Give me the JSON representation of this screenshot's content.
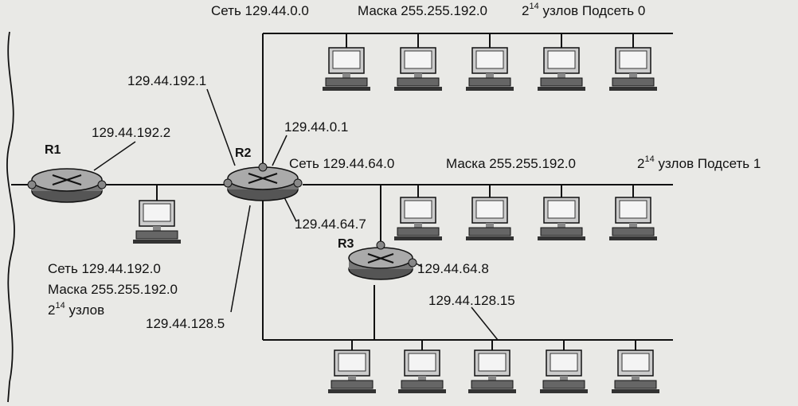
{
  "subnet0": {
    "net": "Сеть 129.44.0.0",
    "mask": "Маска 255.255.192.0",
    "hosts_base": "2",
    "hosts_exp": "14",
    "hosts_text": "узлов Подсеть 0"
  },
  "subnet1": {
    "net": "Сеть 129.44.64.0",
    "mask": "Маска 255.255.192.0",
    "hosts_base": "2",
    "hosts_exp": "14",
    "hosts_text": "узлов Подсеть 1"
  },
  "left_net": {
    "net": "Сеть 129.44.192.0",
    "mask": "Маска 255.255.192.0",
    "hosts_base": "2",
    "hosts_exp": "14",
    "hosts_text": "узлов"
  },
  "routers": [
    {
      "name": "R1"
    },
    {
      "name": "R2"
    },
    {
      "name": "R3"
    }
  ],
  "addresses": {
    "r2_top": "129.44.192.1",
    "r1_right": "129.44.192.2",
    "r2_upper_right": "129.44.0.1",
    "r2_lower_right": "129.44.64.7",
    "r3_right": "129.44.64.8",
    "r2_bottom": "129.44.128.5",
    "r3_bottom": "129.44.128.15"
  },
  "icons": {
    "router": "router-icon",
    "computer": "computer-icon"
  }
}
